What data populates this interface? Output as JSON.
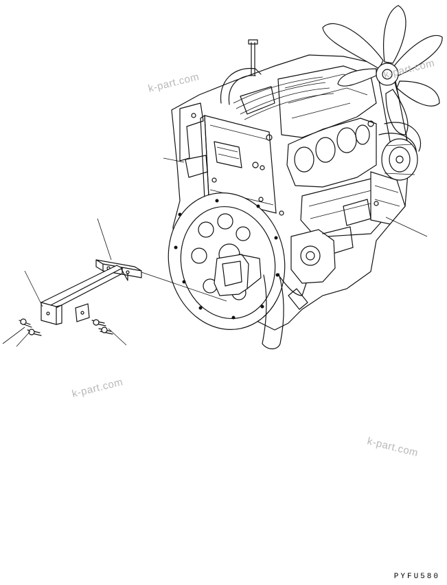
{
  "watermarks": [
    "k-part.com",
    "k-part.com",
    "k-part.com",
    "k-part.com"
  ],
  "drawing_code": "PYFU580"
}
